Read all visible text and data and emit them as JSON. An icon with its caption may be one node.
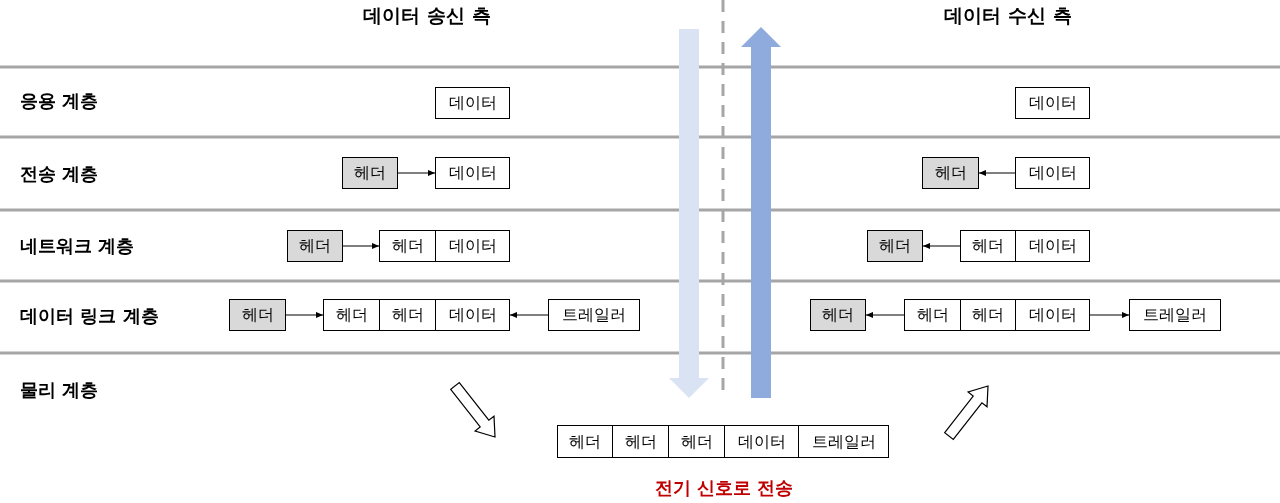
{
  "diagram": {
    "nodes": [
      {
        "text": [
          "데이터"
        ]
      },
      {
        "text": [
          "데이터"
        ]
      },
      {
        "text": [
          "헤더"
        ]
      },
      {
        "text": [
          "데이터"
        ]
      },
      {
        "text": [
          "헤더"
        ]
      },
      {
        "text": [
          "데이터"
        ]
      },
      {
        "text": [
          "헤더"
        ]
      },
      {
        "text": [
          "헤더"
        ]
      },
      {
        "text": [
          "데이터"
        ]
      },
      {
        "text": [
          "헤더"
        ]
      },
      {
        "text": [
          "헤더"
        ]
      },
      {
        "text": [
          "데이터"
        ]
      },
      {
        "text": [
          "헤더"
        ]
      },
      {
        "text": [
          "헤더"
        ]
      },
      {
        "text": [
          "헤더"
        ]
      },
      {
        "text": [
          "데이터"
        ]
      },
      {
        "text": [
          "트레일러"
        ]
      },
      {
        "text": [
          "헤더"
        ]
      },
      {
        "text": [
          "헤더"
        ]
      },
      {
        "text": [
          "헤더"
        ]
      },
      {
        "text": [
          "데이터"
        ]
      },
      {
        "text": [
          "트레일러"
        ]
      },
      {
        "text": [
          "헤더"
        ]
      },
      {
        "text": [
          "헤더"
        ]
      },
      {
        "text": [
          "헤더"
        ]
      },
      {
        "text": [
          "데이터"
        ]
      },
      {
        "text": [
          "트레일러"
        ]
      }
    ],
    "edges": [
      {
        "from": 2,
        "to": 3,
        "arrow": "to"
      },
      {
        "from": 6,
        "to": 7,
        "arrow": "to"
      },
      {
        "from": 12,
        "to": 13,
        "arrow": "to"
      },
      {
        "from": 16,
        "to": 15,
        "arrow": "to"
      },
      {
        "from": 5,
        "to": 4,
        "arrow": "to"
      },
      {
        "from": 10,
        "to": 9,
        "arrow": "to"
      },
      {
        "from": 18,
        "to": 17,
        "arrow": "to"
      },
      {
        "from": 20,
        "to": 21,
        "arrow": "to"
      }
    ],
    "labels": [
      "데이터 송신 측",
      "데이터 수신 측",
      "응용 계층",
      "전송 계층",
      "네트워크 계층",
      "데이터 링크 계층",
      "물리 계층",
      "전기 신호로 전송"
    ]
  }
}
